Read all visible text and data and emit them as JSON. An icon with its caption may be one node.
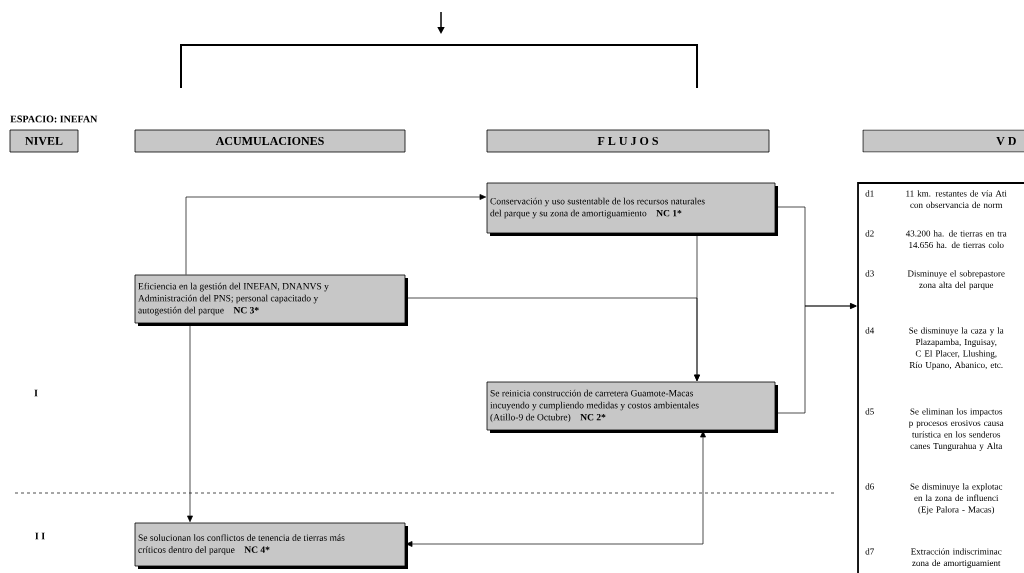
{
  "diagram": {
    "nodes": [
      {
        "text": [
          "NIVEL"
        ]
      },
      {
        "text": [
          "ACUMULACIONES"
        ]
      },
      {
        "text": [
          "F L U J O S"
        ]
      },
      {
        "text": [
          "V D"
        ]
      },
      {
        "text": [
          "Conservación y uso sustentable de los recursos naturales del parque y su zona de amortiguamiento",
          "NC 1*"
        ]
      },
      {
        "text": [
          "Eficiencia en la gestión del INEFAN, DNANVS y Administración del PNS; personal capacitado y autogestión del parque",
          "NC 3*"
        ]
      },
      {
        "text": [
          "Se reinicia construcción de carretera Guamote-Macas incuyendo y cumpliendo medidas y costos ambientales (Atillo-9 de Octubre)",
          "NC 2*"
        ]
      },
      {
        "text": [
          "Se solucionan los conflictos de tenencia de tierras más críticos dentro del parque",
          "NC 4*"
        ]
      },
      {
        "text": [
          "d1",
          "11 km. restantes de vía Ati con observancia de norm",
          "d2",
          "43.200 ha. de tierras en tra 14.656 ha. de tierras colo",
          "d3",
          "Disminuye el sobrepastore zona alta del parque",
          "d4",
          "Se disminuye la caza y la Plazapamba, Inguisay, C El Placer, Llushing, Río Upano, Abanico, etc.",
          "d5",
          "Se eliminan los impactos p procesos erosivos causa turística en los senderos canes Tungurahua y Alta",
          "d6",
          "Se disminuye la explotac en la zona de influenci (Eje Palora - Macas)",
          "d7",
          "Extracción indiscriminac zona de amortiguamient"
        ]
      }
    ],
    "edges": [
      {
        "from": 5,
        "to": 4,
        "arrow": "to"
      },
      {
        "from": 4,
        "to": 6,
        "arrow": "to"
      },
      {
        "from": 5,
        "to": 6,
        "arrow": "to"
      },
      {
        "from": 5,
        "to": 7,
        "arrow": "to"
      },
      {
        "from": 7,
        "to": 6,
        "arrow": "both"
      },
      {
        "from": 4,
        "to": 8,
        "arrow": "to"
      },
      {
        "from": 6,
        "to": 8,
        "arrow": "to"
      }
    ],
    "labels": [
      "ESPACIO: INEFAN",
      "I",
      "I I"
    ]
  }
}
